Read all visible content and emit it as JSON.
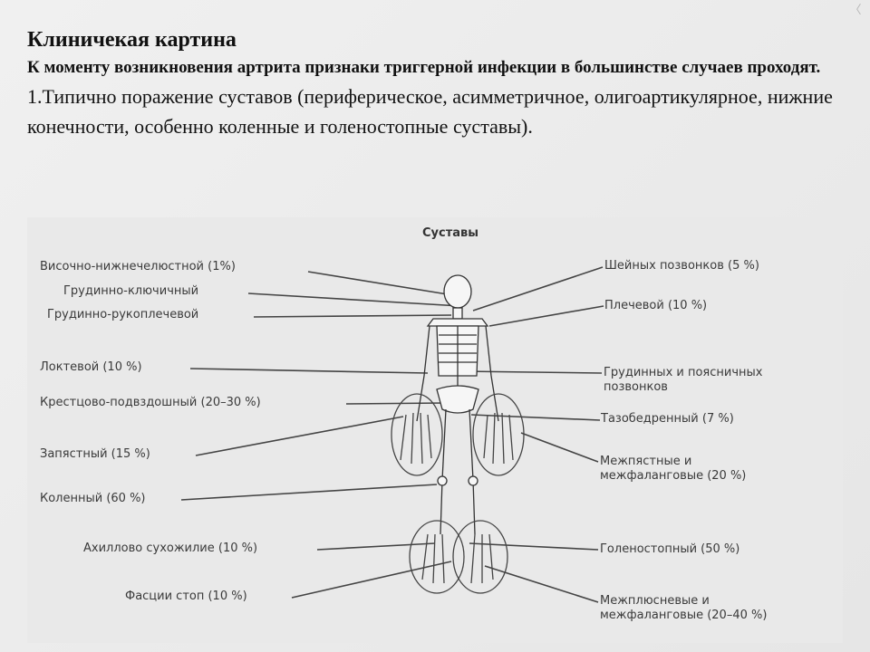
{
  "slide": {
    "title": "Клиничекая картина",
    "subtitle": "К моменту возникновения артрита признаки триггерной инфекции в большинстве случаев проходят.",
    "body": "1.Типично поражение суставов (периферическое, асимметричное, олигоартикулярное, нижние конечности, особенно коленные и голеностопные суставы)."
  },
  "figure": {
    "title": "Суставы",
    "left_labels": [
      "Височно-нижнечелюстной (1%)",
      "Грудинно-ключичный",
      "Грудинно-рукоплечевой",
      "Локтевой (10 %)",
      "Крестцово-подвздошный (20–30 %)",
      "Запястный (15 %)",
      "Коленный (60 %)",
      "Ахиллово сухожилие (10 %)",
      "Фасции стоп (10 %)"
    ],
    "right_labels": [
      "Шейных позвонков (5 %)",
      "Плечевой (10 %)",
      "Грудинных и поясничных позвонков",
      "Тазобедренный (7 %)",
      "Межпястные и межфаланговые (20 %)",
      "Голеностопный (50 %)",
      "Межплюсневые и межфаланговые (20–40 %)"
    ]
  }
}
